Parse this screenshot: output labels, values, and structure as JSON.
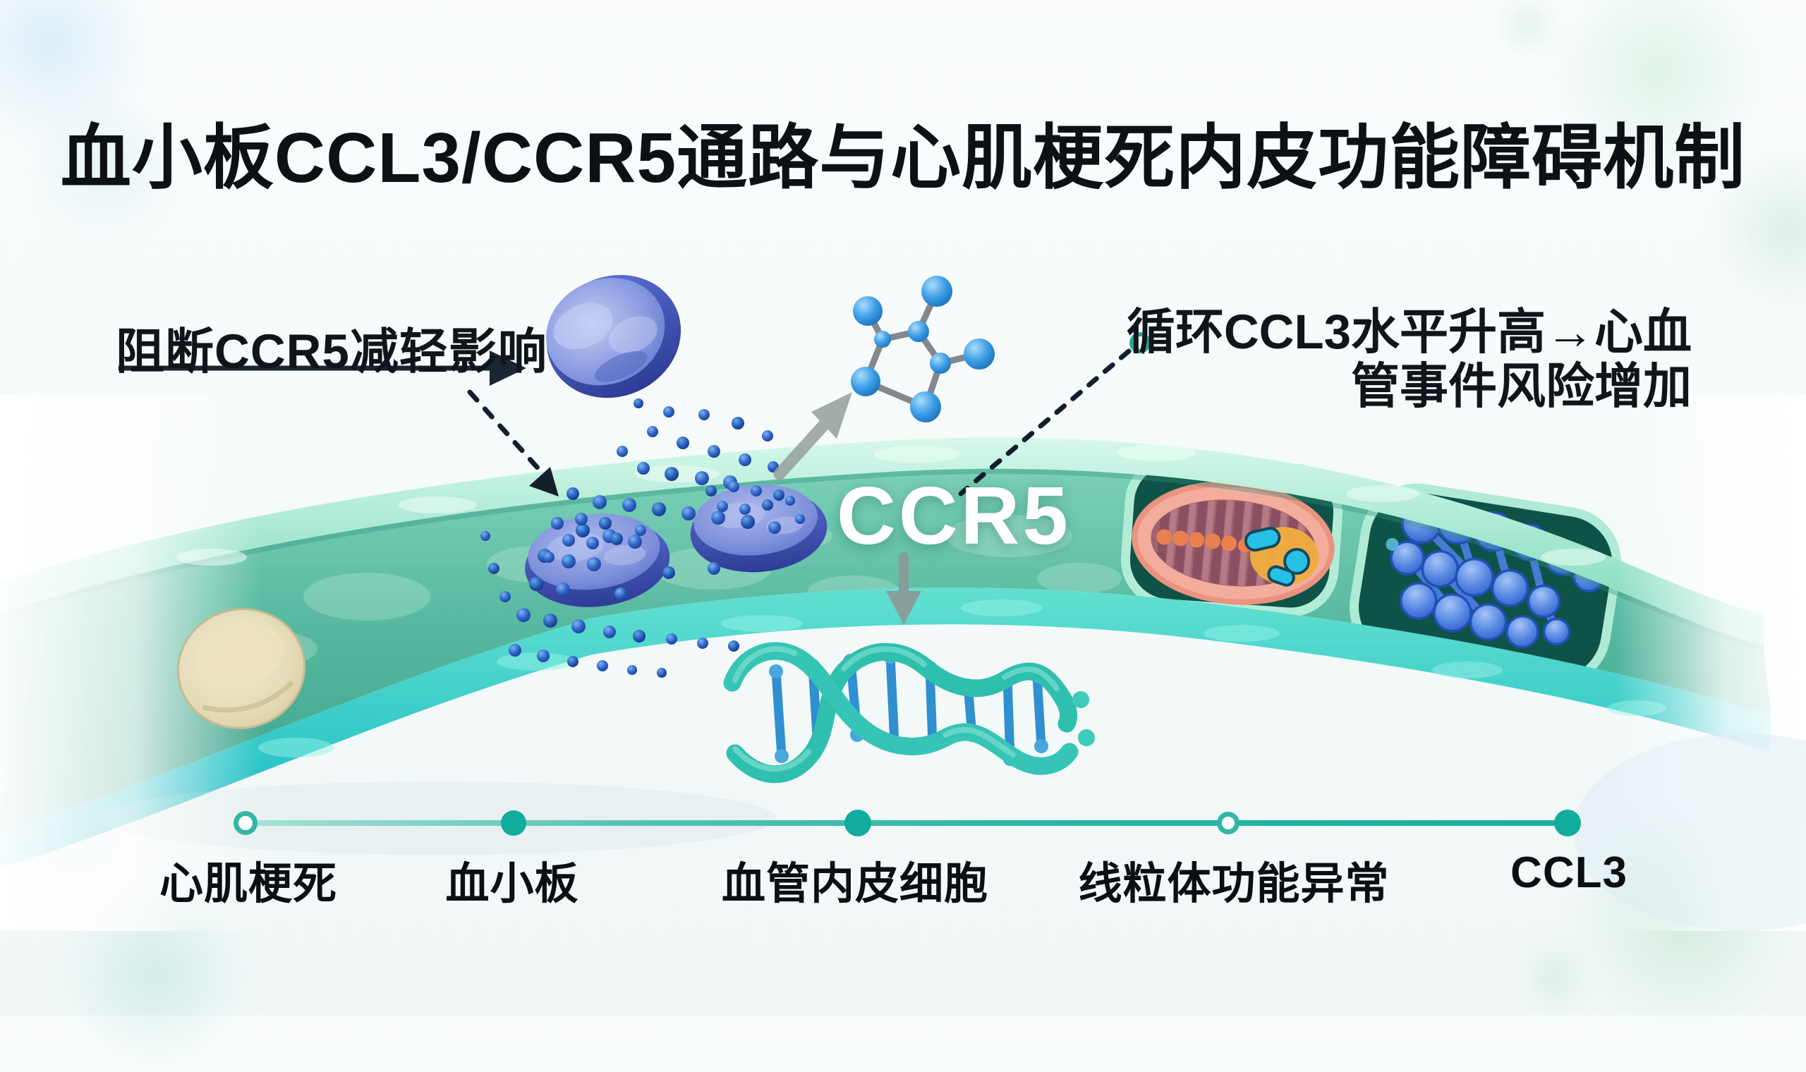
{
  "title": "血小板CCL3/CCR5通路与心肌梗死内皮功能障碍机制",
  "annotations": {
    "left_label": "阻断CCR5减轻影响",
    "right_label_line1": "循环CCL3水平升高→心血",
    "right_label_line2": "管事件风险增加",
    "receptor_label": "CCR5"
  },
  "timeline": {
    "items": [
      {
        "label": "心肌梗死",
        "node": "open"
      },
      {
        "label": "血小板",
        "node": "filled"
      },
      {
        "label": "血管内皮细胞",
        "node": "filled"
      },
      {
        "label": "线粒体功能异常",
        "node": "open"
      },
      {
        "label": "CCL3",
        "node": "filled"
      }
    ]
  },
  "icons": [
    "blood-vessel",
    "platelet-floating",
    "platelet-granules",
    "platelet-adhered",
    "ccl3-molecule",
    "dna-helix",
    "mitochondria",
    "secretory-gland",
    "red-blood-cell",
    "block-arrow",
    "release-arrow",
    "signal-down-arrow",
    "dashed-pointer",
    "ring-marker"
  ],
  "colors": {
    "title_text": "#0d1116",
    "teal_accent": "#14b0a2",
    "vessel_wall": "#9fe3cc",
    "vessel_lumen": "#4fb49a",
    "vessel_bottom": "#2cc0c8",
    "compartment": "#0f5348",
    "platelet_blue": "#5a6fd0",
    "granule_blue": "#2a59c0",
    "molecule_blue": "#2f96e0",
    "mitochondria_pink": "#f2a392",
    "gland_blue": "#4a7fe0",
    "dna_teal": "#2fbfae",
    "label_text": "#10151b",
    "receptor_text": "#ffffff"
  }
}
